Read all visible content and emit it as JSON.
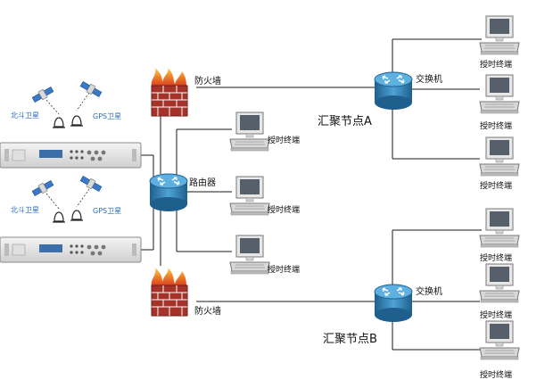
{
  "nodes": {
    "firewall_top": "防火墙",
    "firewall_bottom": "防火墙",
    "router": "路由器",
    "switch_a": "交换机",
    "switch_b": "交换机",
    "aggregation_a": "汇聚节点A",
    "aggregation_b": "汇聚节点B",
    "terminal": "授时终端"
  },
  "satellites": {
    "beidou": "北斗卫星",
    "gps": "GPS卫星"
  },
  "colors": {
    "line": "#1a1a1a",
    "router_blue": "#2f7fb5",
    "brick": "#a5332a",
    "fire": "#e8662a",
    "satellite_label": "#2b6cc4"
  }
}
